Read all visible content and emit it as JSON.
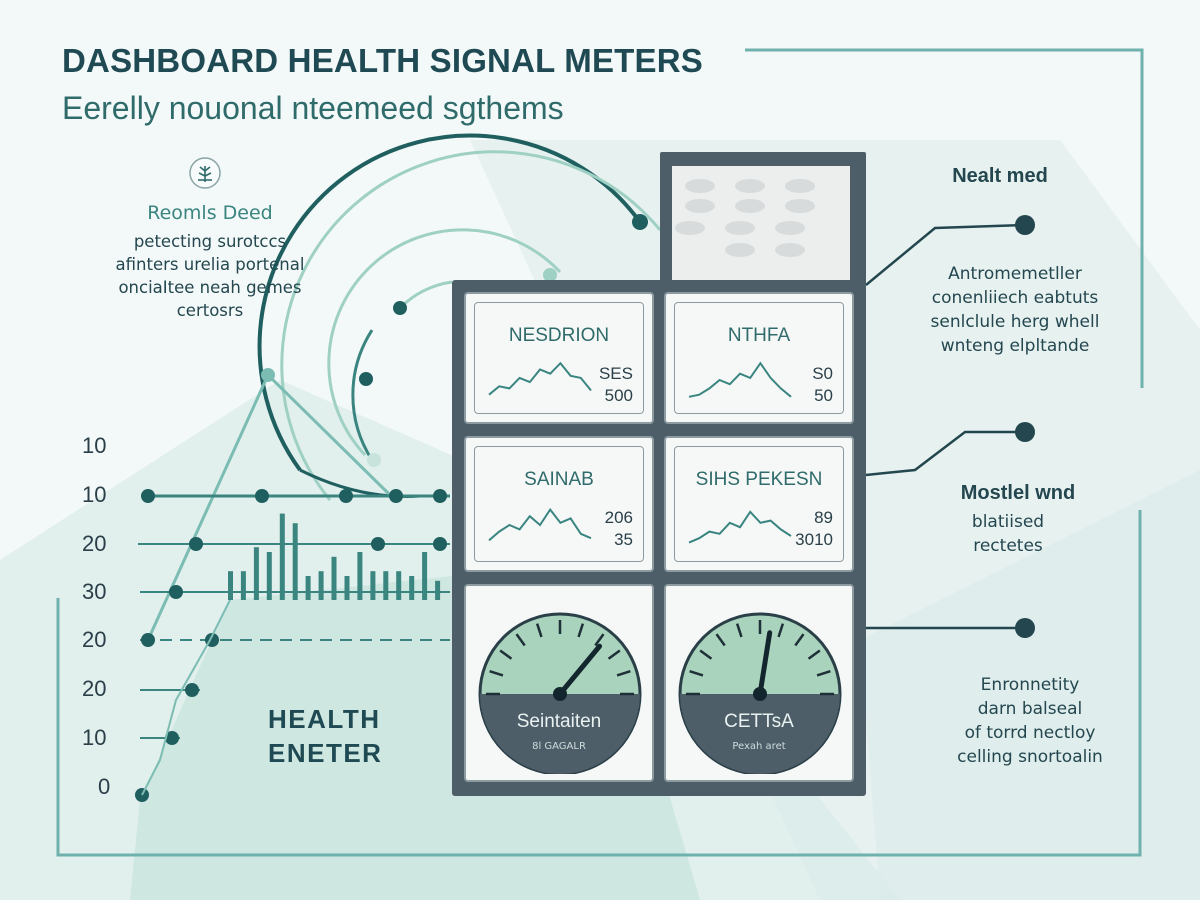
{
  "header": {
    "title": "DASHBOARD HEALTH SIGNAL METERS",
    "subtitle": "Eerelly nouonal nteemeed sgthems"
  },
  "left_note": {
    "icon": "plant-icon",
    "heading": "Reomls Deed",
    "lines": [
      "petecting surotccs",
      "afinters urelia portenal",
      "onciaItee neah gemes",
      "certosrs"
    ]
  },
  "y_axis": {
    "ticks": [
      "10",
      "10",
      "20",
      "30",
      "20",
      "20",
      "10",
      "0"
    ]
  },
  "health_label": {
    "line1": "HEALTH",
    "line2": "ENETER"
  },
  "panels": [
    {
      "title": "NESDRION",
      "values": [
        "SES",
        "500"
      ],
      "trend": [
        0.15,
        0.35,
        0.3,
        0.55,
        0.45,
        0.75,
        0.65,
        0.9,
        0.6,
        0.55,
        0.25
      ]
    },
    {
      "title": "NTHFA",
      "values": [
        "S0",
        "50"
      ],
      "trend": [
        0.1,
        0.15,
        0.3,
        0.5,
        0.4,
        0.65,
        0.55,
        0.9,
        0.55,
        0.3,
        0.1
      ]
    },
    {
      "title": "SAINAB",
      "values": [
        "206",
        "35"
      ],
      "trend": [
        0.15,
        0.35,
        0.5,
        0.4,
        0.7,
        0.5,
        0.85,
        0.55,
        0.65,
        0.3,
        0.2
      ]
    },
    {
      "title": "SIHS PEKESN",
      "values": [
        "89",
        "3010"
      ],
      "trend": [
        0.1,
        0.2,
        0.35,
        0.3,
        0.55,
        0.45,
        0.8,
        0.55,
        0.6,
        0.4,
        0.25
      ]
    }
  ],
  "gauges": [
    {
      "label": "Seintaiten",
      "sub": "8l GAGALR",
      "level": 0.72
    },
    {
      "label": "CETTsA",
      "sub": "Pexah aret",
      "level": 0.55
    }
  ],
  "right_notes": [
    {
      "heading": "Nealt med",
      "lines": []
    },
    {
      "heading": "",
      "lines": [
        "Antromemetller",
        "conenliiech eabtuts",
        "senlclule herg whell",
        "wnteng elpltande"
      ]
    },
    {
      "heading": "Mostlel wnd",
      "lines": [
        "blatiised",
        "rectetes"
      ]
    },
    {
      "heading": "",
      "lines": [
        "Enronnetity",
        "darn balseal",
        "of torrd nectloy",
        "celling snortoalin"
      ]
    }
  ],
  "bar_chart": {
    "values": [
      0.3,
      0.3,
      0.55,
      0.5,
      0.9,
      0.8,
      0.25,
      0.3,
      0.45,
      0.25,
      0.5,
      0.3,
      0.3,
      0.3,
      0.25,
      0.5,
      0.2
    ]
  },
  "colors": {
    "teal_dark": "#1f5f60",
    "teal": "#3a8580",
    "teal_light": "#9fd0c4",
    "panel_frame": "#4d5e68",
    "gauge_face": "#a9d3bd"
  }
}
